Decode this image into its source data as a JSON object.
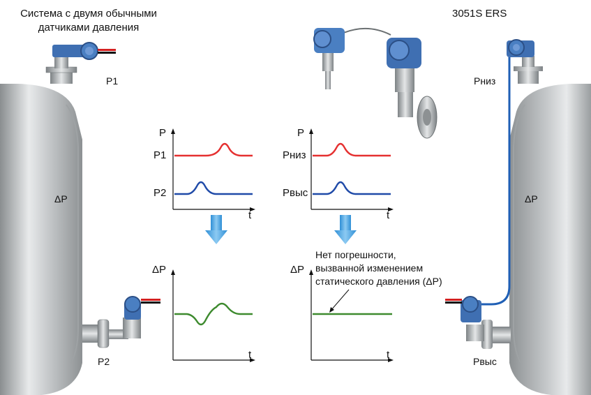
{
  "left_title_line1": "Система с двумя обычными",
  "left_title_line2": "датчиками давления",
  "right_title": "3051S ERS",
  "labels": {
    "p1_sensor": "P1",
    "p2_sensor": "P2",
    "p_low_sensor": "Pниз",
    "p_high_sensor": "Pвыс",
    "dp_left_tank": "ΔP",
    "dp_right_tank": "ΔP"
  },
  "graphs": {
    "left_top": {
      "y_axis": "P",
      "x_axis": "t",
      "upper_trace": "P1",
      "lower_trace": "P2"
    },
    "right_top": {
      "y_axis": "P",
      "x_axis": "t",
      "upper_trace": "Pниз",
      "lower_trace": "Pвыс"
    },
    "left_bottom": {
      "y_axis": "ΔP",
      "x_axis": "t"
    },
    "right_bottom": {
      "y_axis": "ΔP",
      "x_axis": "t"
    }
  },
  "note_line1": "Нет погрешности,",
  "note_line2": "вызванной изменением",
  "note_line3": "статического давления (ΔP)",
  "colors": {
    "red_trace": "#e53030",
    "blue_trace": "#1f4aa8",
    "green_trace": "#3d8a2e",
    "down_arrow": "#4aa8e6",
    "capillary": "#1f5fb5",
    "tank": "#b8bcbe",
    "transmitter": "#4a78b8"
  }
}
